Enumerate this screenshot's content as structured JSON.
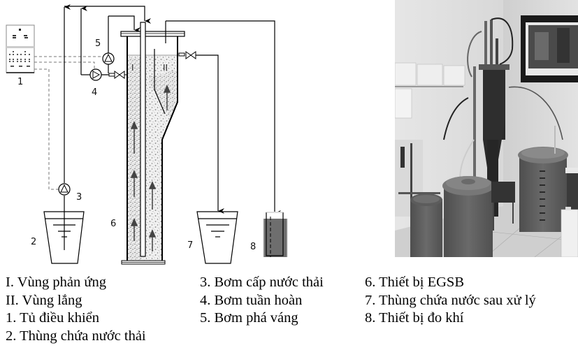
{
  "diagram": {
    "component_numbers": {
      "control_cabinet": "1",
      "wastewater_tank": "2",
      "feed_pump": "3",
      "recirculation_pump": "4",
      "scum_pump": "5",
      "egsb_reactor": "6",
      "treated_water_tank": "7",
      "gas_meter": "8"
    },
    "zone_labels": {
      "reaction_zone": "I",
      "settling_zone": "II"
    }
  },
  "photo": {
    "description": "Grayscale photograph of the EGSB laboratory setup: tall reactor column with tubing, plastic barrels and containers in a room corner with a framed picture on the wall"
  },
  "legend": {
    "col1": [
      "I. Vùng phản ứng",
      "II. Vùng lắng",
      "1. Tủ điều khiển",
      "2. Thùng chứa nước thải"
    ],
    "col2": [
      "3. Bơm cấp nước thải",
      "4. Bơm tuần hoàn",
      "5. Bơm phá váng"
    ],
    "col3": [
      "6. Thiết bị EGSB",
      "7. Thùng chứa nước sau xử lý",
      "8. Thiết bị đo khí"
    ]
  }
}
